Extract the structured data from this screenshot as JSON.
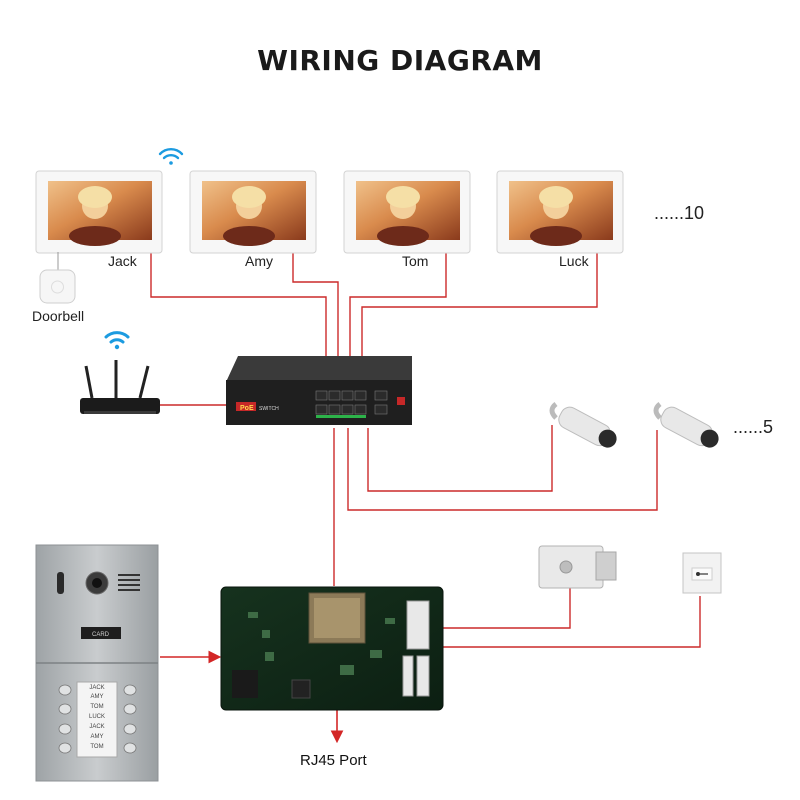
{
  "title": "WIRING DIAGRAM",
  "monitors": [
    {
      "name": "Jack"
    },
    {
      "name": "Amy"
    },
    {
      "name": "Tom"
    },
    {
      "name": "Luck"
    }
  ],
  "monitors_more": "......10",
  "doorbell_label": "Doorbell",
  "cameras_more": "......5",
  "rj45_label": "RJ45 Port",
  "switch_brand": "PoE",
  "switch_text": "SWITCH",
  "panel_card_text": "CARD",
  "panel_names": [
    "JACK",
    "AMY",
    "TOM",
    "LUCK",
    "JACK",
    "AMY",
    "TOM"
  ],
  "colors": {
    "wire": "#cc2a2a",
    "arrow": "#d32626"
  }
}
